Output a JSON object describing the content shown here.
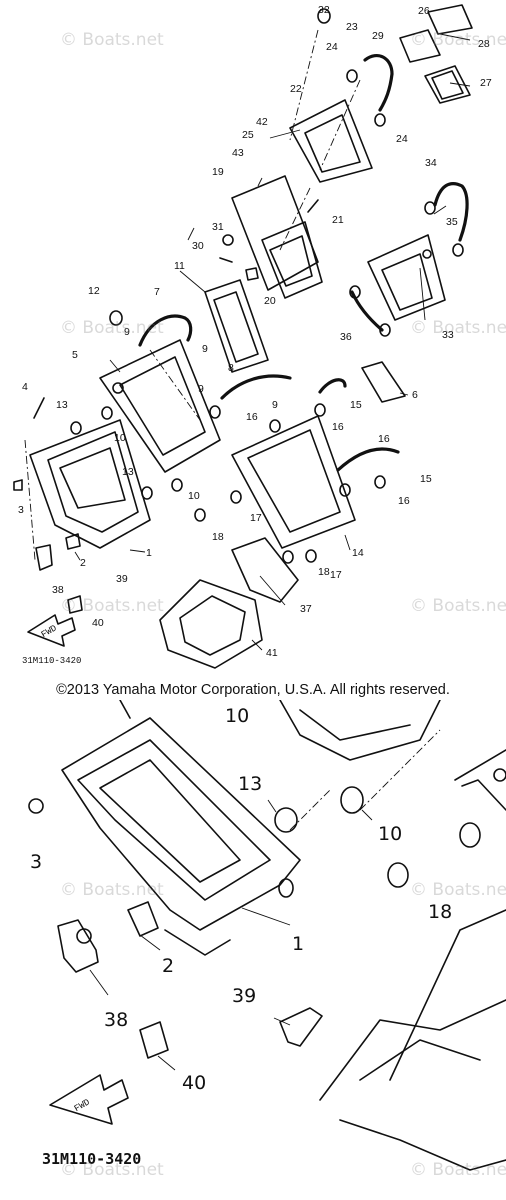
{
  "watermark": "© Boats.net",
  "copyright": "©2013 Yamaha Motor Corporation, U.S.A. All rights reserved.",
  "diagram_code": "31M110-3420",
  "fwd_label": "FWD",
  "callouts_top": [
    "1",
    "2",
    "3",
    "4",
    "5",
    "6",
    "7",
    "8",
    "9",
    "10",
    "11",
    "12",
    "13",
    "14",
    "15",
    "16",
    "17",
    "18",
    "19",
    "20",
    "21",
    "22",
    "23",
    "24",
    "25",
    "26",
    "27",
    "28",
    "29",
    "30",
    "31",
    "32",
    "33",
    "34",
    "35",
    "36",
    "37",
    "38",
    "39",
    "40",
    "41",
    "42",
    "43"
  ],
  "callouts_zoom": [
    "10",
    "13",
    "10",
    "3",
    "1",
    "18",
    "2",
    "38",
    "39",
    "40"
  ]
}
